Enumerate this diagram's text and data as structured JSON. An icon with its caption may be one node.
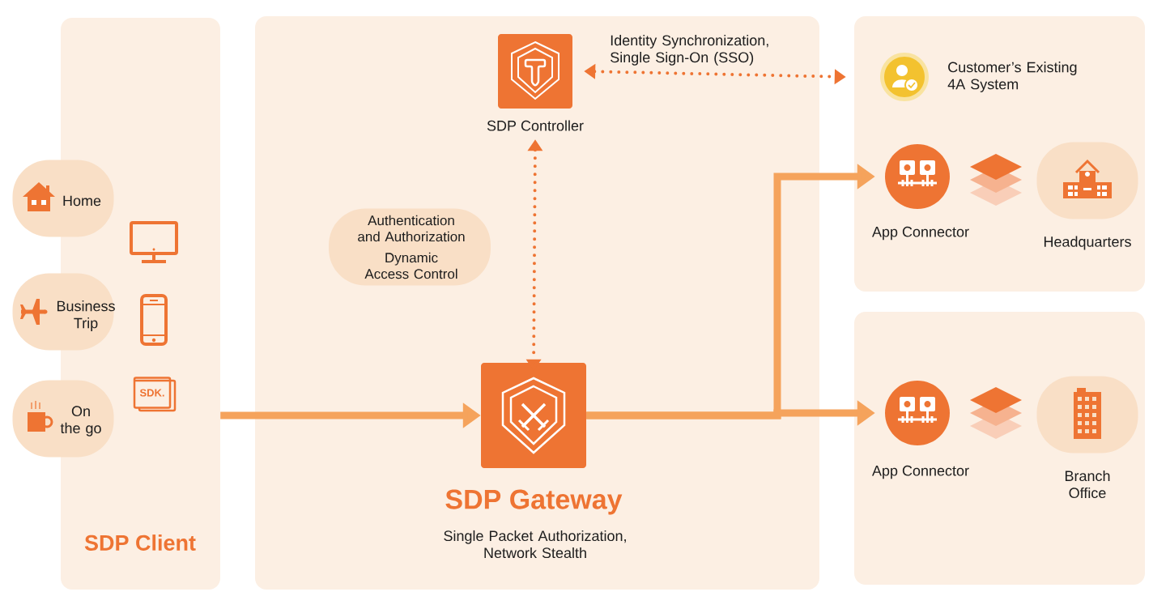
{
  "diagram": {
    "nodes": [
      {
        "text": [
          "SDP Client"
        ]
      },
      {
        "text": [
          "Home"
        ]
      },
      {
        "text": [
          "Business Trip"
        ]
      },
      {
        "text": [
          "On the go"
        ]
      },
      {
        "text": [
          "SDK."
        ],
        "in": 0
      },
      {
        "text": [],
        "shape": "box"
      },
      {
        "text": [
          "SDP Controller"
        ],
        "in": 5
      },
      {
        "text": [
          "Authentication and Authorization",
          "Dynamic Access Control"
        ],
        "in": 5
      },
      {
        "text": [
          "SDP Gateway",
          "Single Packet Authorization, Network Stealth"
        ],
        "in": 5
      },
      {
        "text": [],
        "shape": "box"
      },
      {
        "text": [
          "Customer’s Existing 4A System"
        ],
        "in": 9
      },
      {
        "text": [
          "App Connector"
        ],
        "in": 9
      },
      {
        "text": [
          "Headquarters"
        ],
        "in": 9
      },
      {
        "text": [],
        "shape": "box"
      },
      {
        "text": [
          "App Connector"
        ],
        "in": 13
      },
      {
        "text": [
          "Branch Office"
        ],
        "in": 13
      }
    ],
    "edges": [
      {
        "from": 0,
        "to": 8,
        "arrow": "to"
      },
      {
        "from": 6,
        "to": 8,
        "arrow": "both",
        "style": "dashed"
      },
      {
        "from": 6,
        "to": 10,
        "arrow": "both",
        "style": "dashed",
        "label": "Identity Synchronization, Single Sign-On (SSO)"
      },
      {
        "from": 8,
        "to": 11,
        "arrow": "to"
      },
      {
        "from": 8,
        "to": 14,
        "arrow": "to"
      }
    ]
  }
}
